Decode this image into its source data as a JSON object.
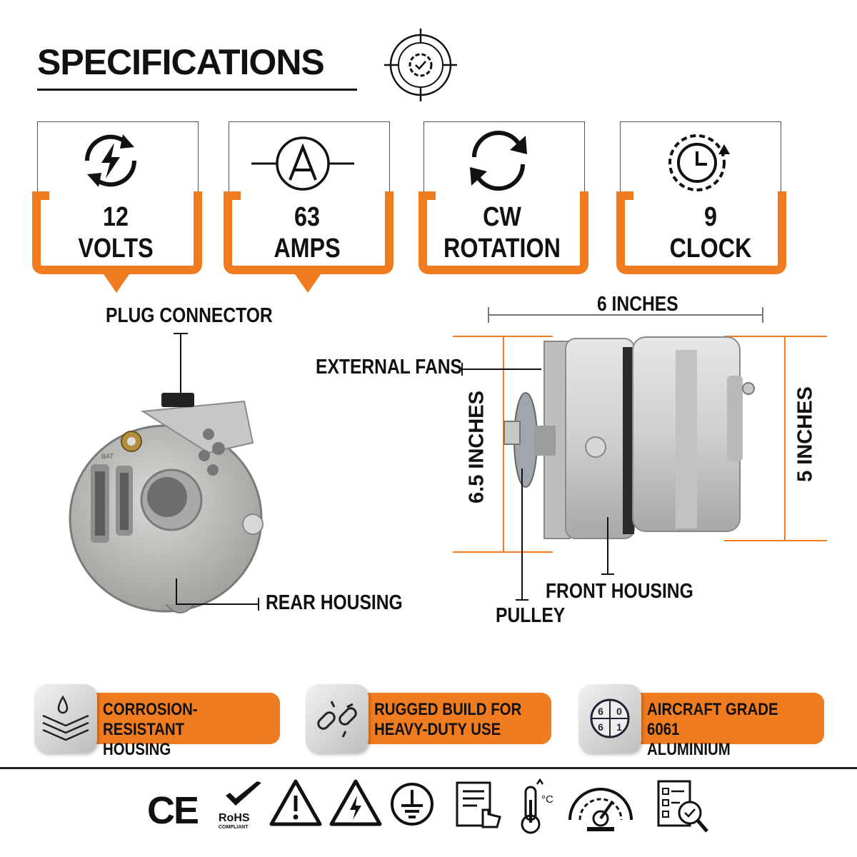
{
  "header": {
    "title": "SPECIFICATIONS"
  },
  "specs": [
    {
      "value": "12",
      "unit": "VOLTS"
    },
    {
      "value": "63",
      "unit": "AMPS"
    },
    {
      "value": "CW",
      "unit": "ROTATION"
    },
    {
      "value": "9",
      "unit": "CLOCK"
    }
  ],
  "rear_view": {
    "plug_connector": "PLUG CONNECTOR",
    "rear_housing": "REAR HOUSING",
    "stamp": "BAT"
  },
  "side_view": {
    "width": "6 INCHES",
    "height_left": "6.5 INCHES",
    "height_right": "5 INCHES",
    "external_fans": "EXTERNAL FANS",
    "front_housing": "FRONT HOUSING",
    "pulley": "PULLEY"
  },
  "features": [
    {
      "text": "CORROSION-RESISTANT\nHOUSING",
      "icon": "corrosion-layers-icon"
    },
    {
      "text": "RUGGED BUILD FOR\nHEAVY-DUTY USE",
      "icon": "broken-chain-icon"
    },
    {
      "text": "AIRCRAFT GRADE 6061\nALUMINIUM",
      "icon": "element-6061-icon",
      "digits": [
        "6",
        "0",
        "6",
        "1"
      ]
    }
  ],
  "certifications": {
    "ce": "CE",
    "rohs": "RoHS",
    "rohs_sub": "COMPLIANT",
    "temp_unit": "°C"
  },
  "colors": {
    "accent": "#f07c1f",
    "text": "#111111"
  }
}
